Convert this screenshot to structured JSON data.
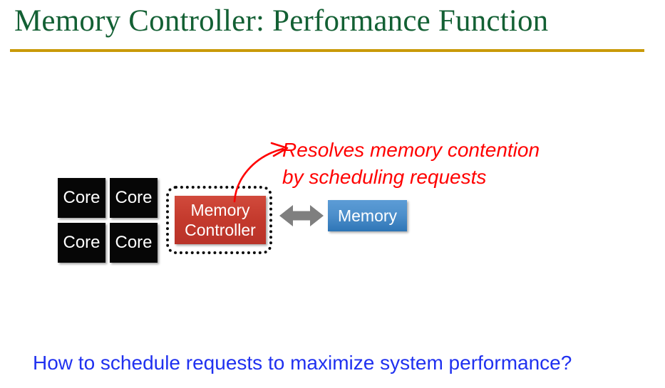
{
  "slide": {
    "title": "Memory Controller: Performance Function",
    "title_color": "#136034",
    "rule_color": "#C99A09",
    "background": "#FFFFFF"
  },
  "diagram": {
    "cores": [
      {
        "label": "Core"
      },
      {
        "label": "Core"
      },
      {
        "label": "Core"
      },
      {
        "label": "Core"
      }
    ],
    "core_color": "#060606",
    "memory_controller": {
      "line1": "Memory",
      "line2": "Controller",
      "color": "#C3392C",
      "border_style": "dotted"
    },
    "memory": {
      "label": "Memory",
      "color": "#2E75B6"
    },
    "link": {
      "icon": "double-arrow-horizontal-icon",
      "color": "#808080"
    },
    "callout": {
      "icon": "curved-arrow-icon",
      "color": "#FF0000",
      "line1": "Resolves memory contention",
      "line2": "by scheduling requests"
    }
  },
  "footer": {
    "question": "How to schedule requests to maximize system performance?",
    "color": "#2031F0"
  }
}
